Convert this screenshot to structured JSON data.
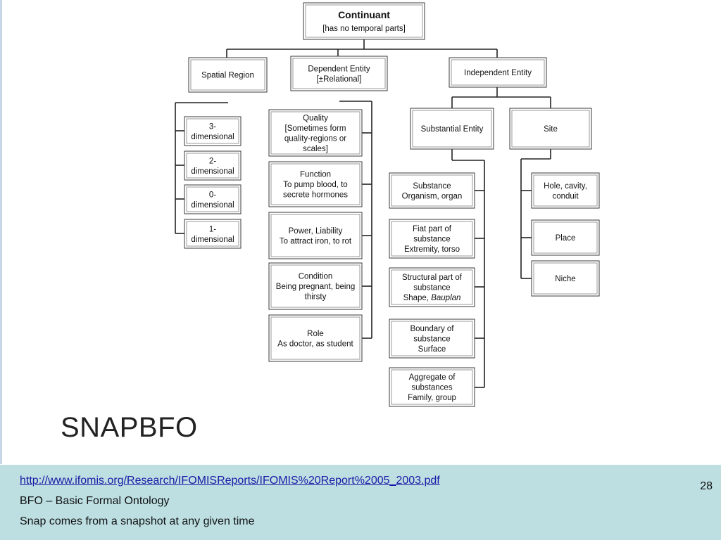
{
  "diagram": {
    "nodes": {
      "continuant": {
        "title": "Continuant",
        "subtitle": "[has no temporal parts]"
      },
      "spatial_region": {
        "lines": [
          "Spatial Region"
        ]
      },
      "dependent_entity": {
        "lines": [
          "Dependent Entity",
          "[±Relational]"
        ]
      },
      "independent_entity": {
        "lines": [
          "Independent Entity"
        ]
      },
      "three_dim": {
        "lines": [
          "3-",
          "dimensional"
        ]
      },
      "two_dim": {
        "lines": [
          "2-",
          "dimensional"
        ]
      },
      "zero_dim": {
        "lines": [
          "0-",
          "dimensional"
        ]
      },
      "one_dim": {
        "lines": [
          "1-",
          "dimensional"
        ]
      },
      "quality": {
        "lines": [
          "Quality",
          "[Sometimes form",
          "quality-regions or",
          "scales]"
        ]
      },
      "function": {
        "lines": [
          "Function",
          "To pump blood, to",
          "secrete hormones"
        ]
      },
      "power": {
        "lines": [
          "Power, Liability",
          "To attract iron, to rot"
        ]
      },
      "condition": {
        "lines": [
          "Condition",
          "Being pregnant, being",
          "thirsty"
        ]
      },
      "role": {
        "lines": [
          "Role",
          "As doctor, as student"
        ]
      },
      "substantial_entity": {
        "lines": [
          "Substantial Entity"
        ]
      },
      "site": {
        "lines": [
          "Site"
        ]
      },
      "substance": {
        "lines": [
          "Substance",
          "Organism, organ"
        ]
      },
      "fiat_part": {
        "lines": [
          "Fiat part of",
          "substance",
          "Extremity, torso"
        ]
      },
      "structural_part": {
        "lines": [
          "Structural part of",
          "substance",
          "Shape, "
        ],
        "italic_tail": "Bauplan"
      },
      "boundary": {
        "lines": [
          "Boundary of",
          "substance",
          "Surface"
        ]
      },
      "aggregate": {
        "lines": [
          "Aggregate of",
          "substances",
          "Family, group"
        ]
      },
      "hole": {
        "lines": [
          "Hole, cavity,",
          "conduit"
        ]
      },
      "place": {
        "lines": [
          "Place"
        ]
      },
      "niche": {
        "lines": [
          "Niche"
        ]
      }
    }
  },
  "slide": {
    "title": "SNAPBFO",
    "link": "http://www.ifomis.org/Research/IFOMISReports/IFOMIS%20Report%2005_2003.pdf",
    "note_1": "BFO – Basic Formal Ontology",
    "note_2": "Snap comes from a snapshot  at any given time",
    "page_number": "28"
  },
  "colors": {
    "footer_bg": "#bddfe2",
    "link": "#1a1aa6"
  }
}
